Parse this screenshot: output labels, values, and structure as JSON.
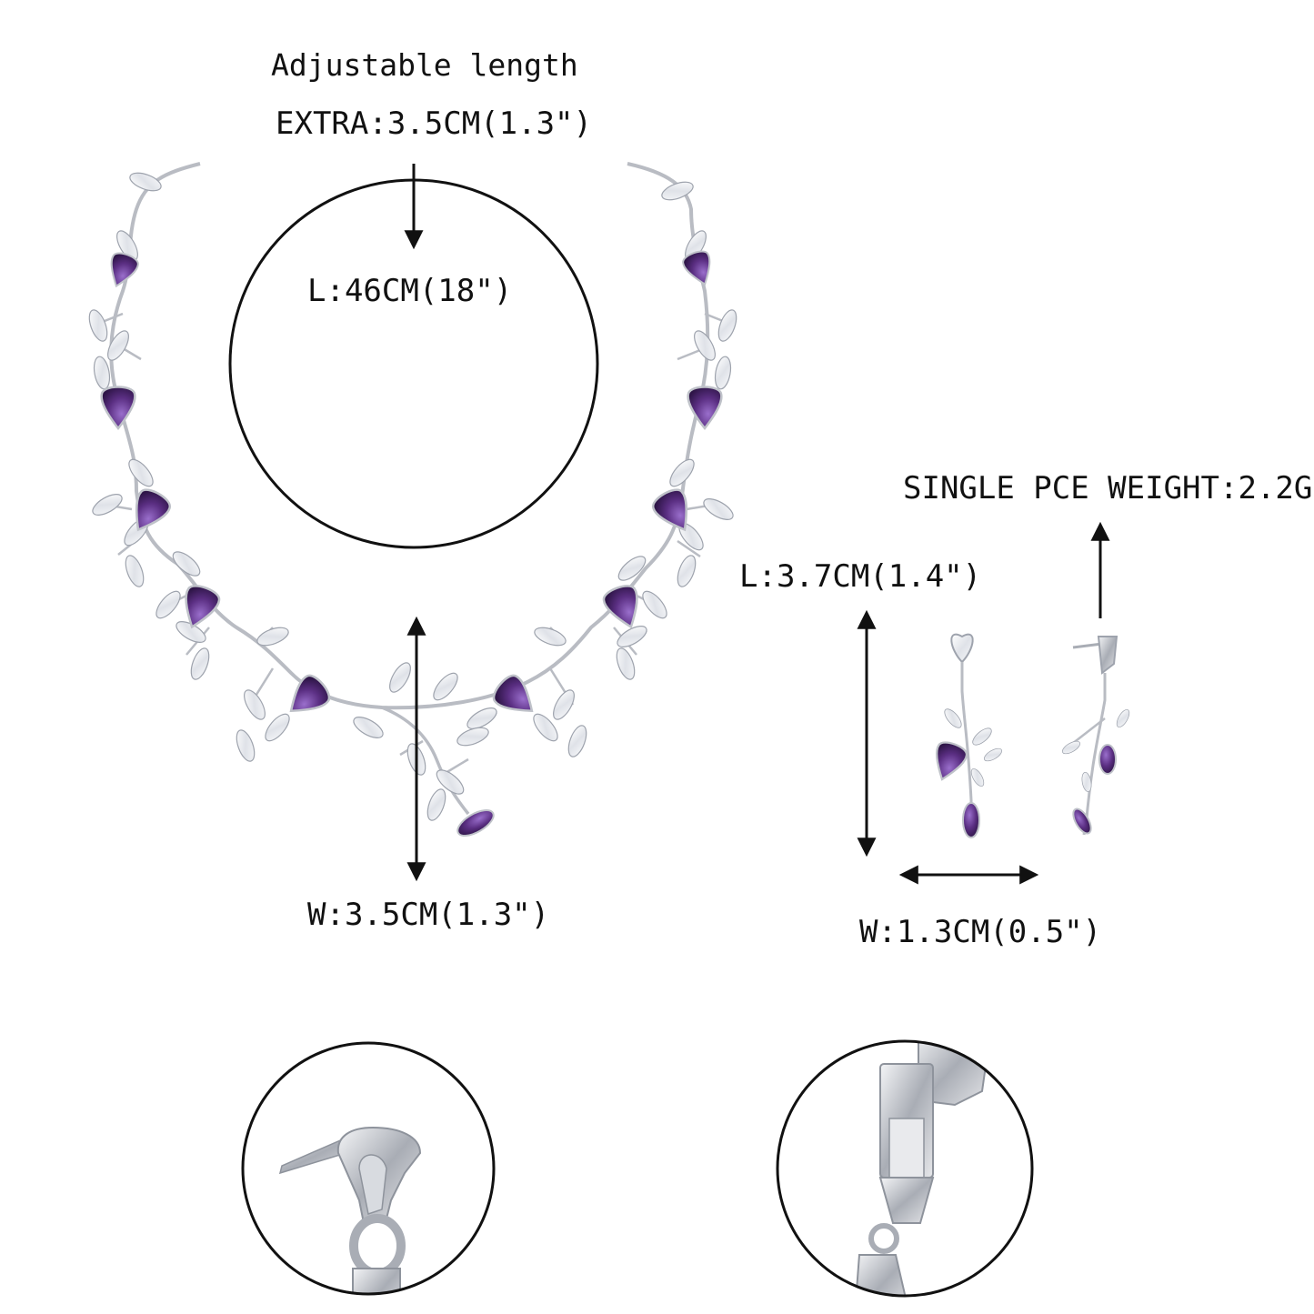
{
  "labels": {
    "adjustable": "Adjustable length",
    "extra": "EXTRA:3.5CM(1.3\")",
    "necklace_length": "L:46CM(18\")",
    "necklace_width": "W:3.5CM(1.3\")",
    "weight": "SINGLE PCE WEIGHT:2.2G",
    "earring_length": "L:3.7CM(1.4\")",
    "earring_width": "W:1.3CM(0.5\")"
  },
  "colors": {
    "amethyst": "#5b2f83",
    "amethyst_light": "#8a5db8",
    "crystal": "#eef0f4",
    "silver": "#c9ccd2",
    "line": "#111111"
  },
  "icons": {
    "necklace": "necklace-icon",
    "earrings": "earring-pair-icon",
    "stud_detail": "earring-stud-closeup-icon",
    "clasp_detail": "clasp-closeup-icon"
  }
}
